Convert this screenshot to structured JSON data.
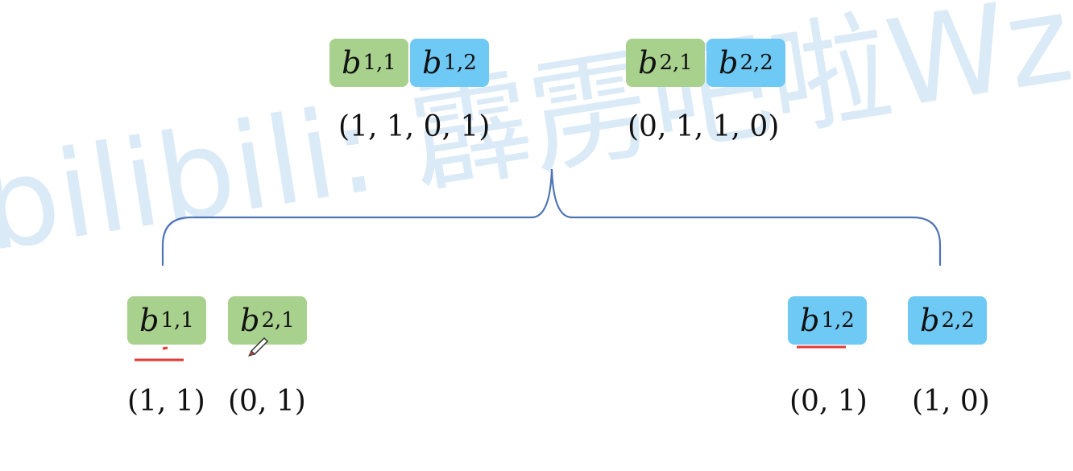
{
  "watermark": "bilibili: 霹雳吧啦Wz",
  "top": {
    "groups": [
      {
        "tiles": [
          {
            "base": "b",
            "sub": "1,1",
            "color": "#a9d18e"
          },
          {
            "base": "b",
            "sub": "1,2",
            "color": "#6ec9f4"
          }
        ],
        "vector": "(1, 1, 0, 1)"
      },
      {
        "tiles": [
          {
            "base": "b",
            "sub": "2,1",
            "color": "#a9d18e"
          },
          {
            "base": "b",
            "sub": "2,2",
            "color": "#6ec9f4"
          }
        ],
        "vector": "(0, 1, 1, 0)"
      }
    ]
  },
  "bottom": {
    "items": [
      {
        "base": "b",
        "sub": "1,1",
        "color": "#a9d18e",
        "vector": "(1, 1)",
        "underlined": true
      },
      {
        "base": "b",
        "sub": "2,1",
        "color": "#a9d18e",
        "vector": "(0, 1)",
        "underlined": false
      },
      {
        "base": "b",
        "sub": "1,2",
        "color": "#6ec9f4",
        "vector": "(0, 1)",
        "underlined": true
      },
      {
        "base": "b",
        "sub": "2,2",
        "color": "#6ec9f4",
        "vector": "(1, 0)",
        "underlined": false
      }
    ]
  },
  "colors": {
    "green": "#a9d18e",
    "blue": "#6ec9f4",
    "brace": "#4f74b5",
    "annotation": "#e53935"
  }
}
